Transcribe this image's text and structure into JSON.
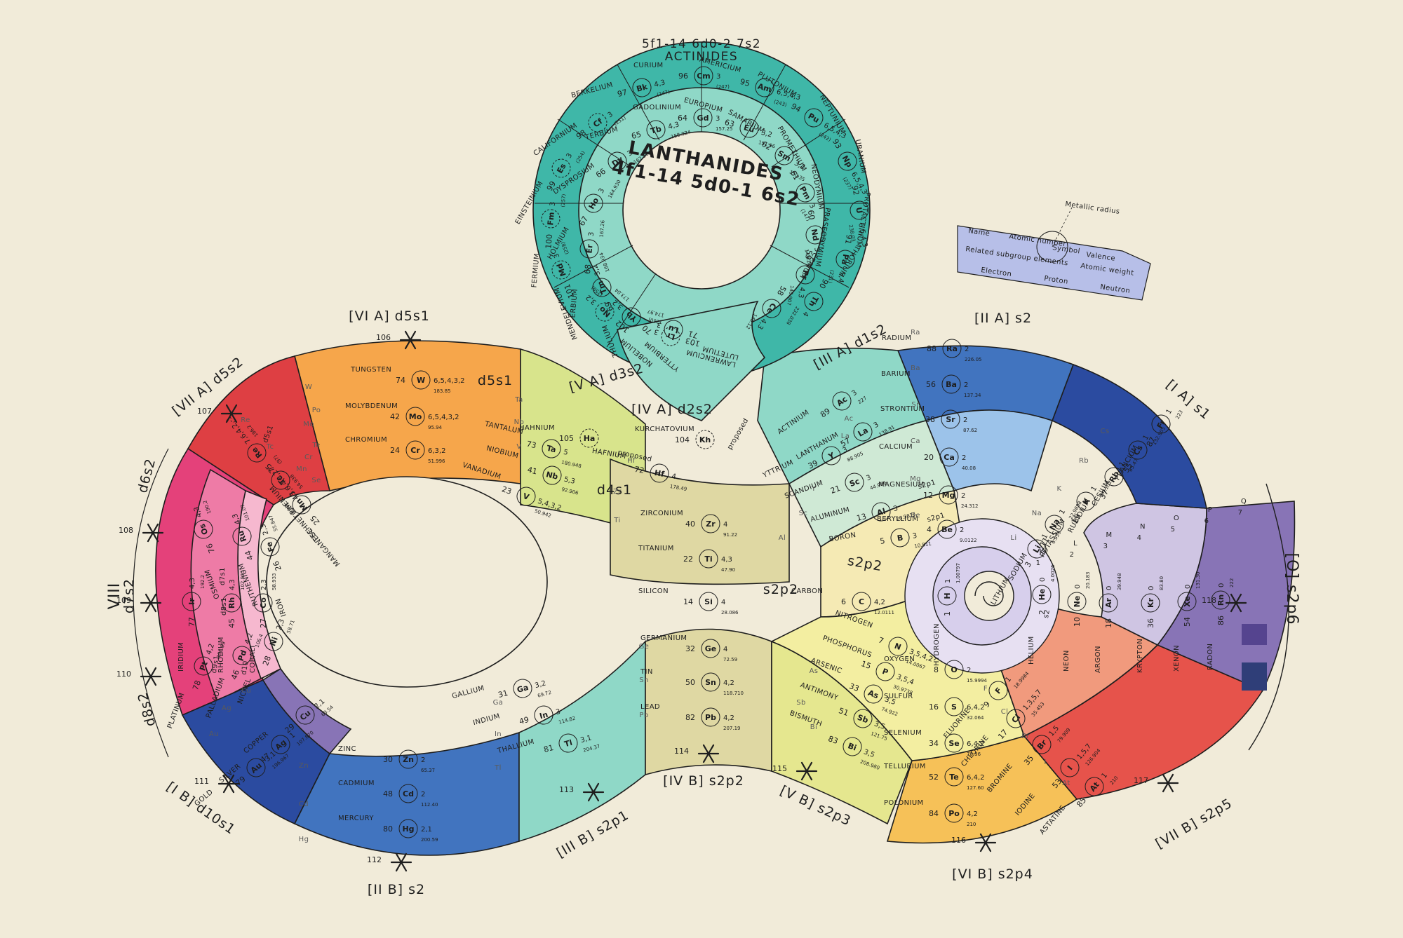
{
  "titles": {
    "actinides_config": "5f1-14 6d0-2 7s2",
    "actinides": "ACTINIDES",
    "lanthanides": "LANTHANIDES",
    "lanthanides_config": "4f1-14 5d0-1 6s2"
  },
  "legend": {
    "name": "Name",
    "atomic_number": "Atomic number",
    "symbol": "Symbol",
    "valence": "Valence",
    "related": "Related subgroup elements",
    "atomic_weight": "Atomic weight",
    "metallic_radius": "Metallic radius",
    "electron": "Electron",
    "proton": "Proton",
    "neutron": "Neutron"
  },
  "group_labels": [
    {
      "id": "via",
      "text": "[VI A] d5s1"
    },
    {
      "id": "viia",
      "text": "[VII A] d5s2"
    },
    {
      "id": "viii_a",
      "text": "d6s2"
    },
    {
      "id": "viii",
      "text": "VIII"
    },
    {
      "id": "viii_b",
      "text": "d7s2"
    },
    {
      "id": "viii_c",
      "text": "d8s2"
    },
    {
      "id": "ib",
      "text": "[I B] d10s1"
    },
    {
      "id": "iib",
      "text": "[II B] s2"
    },
    {
      "id": "iiib",
      "text": "[III B] s2p1"
    },
    {
      "id": "ivb",
      "text": "[IV B] s2p2"
    },
    {
      "id": "vb",
      "text": "[V B] s2p3"
    },
    {
      "id": "vib",
      "text": "[VI B] s2p4"
    },
    {
      "id": "viib",
      "text": "[VII B] s2p5"
    },
    {
      "id": "o",
      "text": "[O] s2p6"
    },
    {
      "id": "iia",
      "text": "[II A] s2"
    },
    {
      "id": "ia",
      "text": "[I A] s1"
    },
    {
      "id": "iiia",
      "text": "[III A] d1s2"
    },
    {
      "id": "va",
      "text": "[V A] d3s2"
    },
    {
      "id": "iva",
      "text": "[IV A] d2s2"
    },
    {
      "id": "silicon_cfg",
      "text": "s2p2"
    },
    {
      "id": "carbon_cfg",
      "text": "s2p2"
    },
    {
      "id": "al_cfg",
      "text": "s2p1"
    },
    {
      "id": "b_cfg",
      "text": "s2p1"
    },
    {
      "id": "mo_cfg",
      "text": "d5s1"
    },
    {
      "id": "nb_cfg",
      "text": "d4s1"
    },
    {
      "id": "tc_cfg",
      "text": "d5s1"
    },
    {
      "id": "ru_cfg",
      "text": "d7s1"
    },
    {
      "id": "rh_cfg",
      "text": "d8s1"
    },
    {
      "id": "pt_cfg",
      "text": "d9s1"
    },
    {
      "id": "pd_cfg",
      "text": "d10"
    },
    {
      "id": "he_cfg",
      "text": "s2"
    }
  ],
  "proposed": "proposed",
  "elements": [
    {
      "id": "W",
      "number": "74",
      "symbol": "W",
      "name": "TUNGSTEN",
      "valence": "6,5,4,3,2",
      "weight": "183.85"
    },
    {
      "id": "Mo",
      "number": "42",
      "symbol": "Mo",
      "name": "MOLYBDENUM",
      "valence": "6,5,4,3,2",
      "weight": "95.94"
    },
    {
      "id": "Cr",
      "number": "24",
      "symbol": "Cr",
      "name": "CHROMIUM",
      "valence": "6,3,2",
      "weight": "51.996"
    },
    {
      "id": "Ta",
      "number": "73",
      "symbol": "Ta",
      "name": "TANTALUM",
      "valence": "5",
      "weight": "180.948"
    },
    {
      "id": "Nb",
      "number": "41",
      "symbol": "Nb",
      "name": "NIOBIUM",
      "valence": "5,3",
      "weight": "92.906"
    },
    {
      "id": "V",
      "number": "23",
      "symbol": "V",
      "name": "VANADIUM",
      "valence": "5,4,3,2",
      "weight": "50.942"
    },
    {
      "id": "Hf",
      "number": "72",
      "symbol": "Hf",
      "name": "HAFNIUM",
      "valence": "4",
      "weight": "178.49"
    },
    {
      "id": "Zr",
      "number": "40",
      "symbol": "Zr",
      "name": "ZIRCONIUM",
      "valence": "4",
      "weight": "91.22"
    },
    {
      "id": "Ti",
      "number": "22",
      "symbol": "Ti",
      "name": "TITANIUM",
      "valence": "4,3",
      "weight": "47.90"
    },
    {
      "id": "Si",
      "number": "14",
      "symbol": "Si",
      "name": "SILICON",
      "valence": "4",
      "weight": "28.086"
    },
    {
      "id": "C",
      "number": "6",
      "symbol": "C",
      "name": "CARBON",
      "valence": "4,2",
      "weight": "12.0111"
    },
    {
      "id": "Ge",
      "number": "32",
      "symbol": "Ge",
      "name": "GERMANIUM",
      "valence": "4",
      "weight": "72.59"
    },
    {
      "id": "Sn",
      "number": "50",
      "symbol": "Sn",
      "name": "TIN",
      "valence": "4,2",
      "weight": "118.710"
    },
    {
      "id": "Pb",
      "number": "82",
      "symbol": "Pb",
      "name": "LEAD",
      "valence": "4,2",
      "weight": "207.19"
    },
    {
      "id": "Ga",
      "number": "31",
      "symbol": "Ga",
      "name": "GALLIUM",
      "valence": "3,2",
      "weight": "69.72"
    },
    {
      "id": "In",
      "number": "49",
      "symbol": "In",
      "name": "INDIUM",
      "valence": "3",
      "weight": "114.82"
    },
    {
      "id": "Tl",
      "number": "81",
      "symbol": "Tl",
      "name": "THALLIUM",
      "valence": "3,1",
      "weight": "204.37"
    },
    {
      "id": "Zn",
      "number": "30",
      "symbol": "Zn",
      "name": "ZINC",
      "valence": "2",
      "weight": "65.37"
    },
    {
      "id": "Cd",
      "number": "48",
      "symbol": "Cd",
      "name": "CADMIUM",
      "valence": "2",
      "weight": "112.40"
    },
    {
      "id": "Hg",
      "number": "80",
      "symbol": "Hg",
      "name": "MERCURY",
      "valence": "2,1",
      "weight": "200.59"
    },
    {
      "id": "Cu",
      "number": "29",
      "symbol": "Cu",
      "name": "COPPER",
      "valence": "2,1",
      "weight": "63.54"
    },
    {
      "id": "Ag",
      "number": "47",
      "symbol": "Ag",
      "name": "SILVER",
      "valence": "1",
      "weight": "107.870"
    },
    {
      "id": "Au",
      "number": "79",
      "symbol": "Au",
      "name": "GOLD",
      "valence": "3,1",
      "weight": "196.967"
    },
    {
      "id": "Ni",
      "number": "28",
      "symbol": "Ni",
      "name": "NICKEL",
      "valence": "2,3",
      "weight": "58.71"
    },
    {
      "id": "Pd",
      "number": "46",
      "symbol": "Pd",
      "name": "PALLADIUM",
      "valence": "4,2",
      "weight": "106.4"
    },
    {
      "id": "Pt",
      "number": "78",
      "symbol": "Pt",
      "name": "PLATINUM",
      "valence": "4,2",
      "weight": "195.09"
    },
    {
      "id": "Co",
      "number": "27",
      "symbol": "Co",
      "name": "COBALT",
      "valence": "2,3",
      "weight": "58.933"
    },
    {
      "id": "Rh",
      "number": "45",
      "symbol": "Rh",
      "name": "RHODIUM",
      "valence": "4,3",
      "weight": "102.905"
    },
    {
      "id": "Ir",
      "number": "77",
      "symbol": "Ir",
      "name": "IRIDIUM",
      "valence": "4,3",
      "weight": "192.2"
    },
    {
      "id": "Fe",
      "number": "26",
      "symbol": "Fe",
      "name": "IRON",
      "valence": "2,3",
      "weight": "55.847"
    },
    {
      "id": "Ru",
      "number": "44",
      "symbol": "Ru",
      "name": "RUTHENIUM",
      "valence": "4,3",
      "weight": "101.07"
    },
    {
      "id": "Os",
      "number": "76",
      "symbol": "Os",
      "name": "OSMIUM",
      "valence": "4,3",
      "weight": "190.2"
    },
    {
      "id": "Mn",
      "number": "25",
      "symbol": "Mn",
      "name": "MANGANESE",
      "valence": "7,6,4,3,2",
      "weight": "54.938"
    },
    {
      "id": "Tc",
      "number": "43",
      "symbol": "Tc",
      "name": "TECHNETIUM",
      "valence": "7",
      "weight": "(97)"
    },
    {
      "id": "Re",
      "number": "75",
      "symbol": "Re",
      "name": "RHENIUM",
      "valence": "7,6,4,2,-1",
      "weight": "186.2"
    },
    {
      "id": "B",
      "number": "5",
      "symbol": "B",
      "name": "BORON",
      "valence": "3",
      "weight": "10.811"
    },
    {
      "id": "Al",
      "number": "13",
      "symbol": "Al",
      "name": "ALUMINUM",
      "valence": "3",
      "weight": "26.9815"
    },
    {
      "id": "Sc",
      "number": "21",
      "symbol": "Sc",
      "name": "SCANDIUM",
      "valence": "3",
      "weight": "44.956"
    },
    {
      "id": "Y",
      "number": "39",
      "symbol": "Y",
      "name": "YTTRIUM",
      "valence": "3",
      "weight": "88.905"
    },
    {
      "id": "La",
      "number": "57",
      "symbol": "La",
      "name": "LANTHANUM",
      "valence": "3",
      "weight": "138.91"
    },
    {
      "id": "Ac",
      "number": "89",
      "symbol": "Ac",
      "name": "ACTINIUM",
      "valence": "3",
      "weight": "227"
    },
    {
      "id": "Be",
      "number": "4",
      "symbol": "Be",
      "name": "BERYLLIUM",
      "valence": "2",
      "weight": "9.0122"
    },
    {
      "id": "Mg",
      "number": "12",
      "symbol": "Mg",
      "name": "MAGNESIUM",
      "valence": "2",
      "weight": "24.312"
    },
    {
      "id": "Ca",
      "number": "20",
      "symbol": "Ca",
      "name": "CALCIUM",
      "valence": "2",
      "weight": "40.08"
    },
    {
      "id": "Sr",
      "number": "38",
      "symbol": "Sr",
      "name": "STRONTIUM",
      "valence": "2",
      "weight": "87.62"
    },
    {
      "id": "Ba",
      "number": "56",
      "symbol": "Ba",
      "name": "BARIUM",
      "valence": "2",
      "weight": "137.34"
    },
    {
      "id": "Ra",
      "number": "88",
      "symbol": "Ra",
      "name": "RADIUM",
      "valence": "2",
      "weight": "226.05"
    },
    {
      "id": "Li",
      "number": "3",
      "symbol": "Li",
      "name": "LITHIUM",
      "valence": "1",
      "weight": "6.939"
    },
    {
      "id": "Na",
      "number": "11",
      "symbol": "Na",
      "name": "SODIUM",
      "valence": "1",
      "weight": "22.9898"
    },
    {
      "id": "K",
      "number": "19",
      "symbol": "K",
      "name": "POTASSIUM",
      "valence": "1",
      "weight": "39.102"
    },
    {
      "id": "Rb",
      "number": "37",
      "symbol": "Rb",
      "name": "RUBIDIUM",
      "valence": "1",
      "weight": "85.47"
    },
    {
      "id": "Cs",
      "number": "55",
      "symbol": "Cs",
      "name": "CESIUM",
      "valence": "1",
      "weight": "132.905"
    },
    {
      "id": "Fr",
      "number": "87",
      "symbol": "Fr",
      "name": "FRANCIUM",
      "valence": "1",
      "weight": "223"
    },
    {
      "id": "He",
      "number": "2",
      "symbol": "He",
      "name": "HELIUM",
      "valence": "0",
      "weight": "4.0026"
    },
    {
      "id": "Ne",
      "number": "10",
      "symbol": "Ne",
      "name": "NEON",
      "valence": "0",
      "weight": "20.183"
    },
    {
      "id": "Ar",
      "number": "18",
      "symbol": "Ar",
      "name": "ARGON",
      "valence": "0",
      "weight": "39.948"
    },
    {
      "id": "Kr",
      "number": "36",
      "symbol": "Kr",
      "name": "KRYPTON",
      "valence": "0",
      "weight": "83.80"
    },
    {
      "id": "Xe",
      "number": "54",
      "symbol": "Xe",
      "name": "XENON",
      "valence": "0",
      "weight": "131.30"
    },
    {
      "id": "Rn",
      "number": "86",
      "symbol": "Rn",
      "name": "RADON",
      "valence": "0",
      "weight": "222"
    },
    {
      "id": "F",
      "number": "9",
      "symbol": "F",
      "name": "FLUORINE",
      "valence": "1",
      "weight": "18.9984"
    },
    {
      "id": "Cl",
      "number": "17",
      "symbol": "Cl",
      "name": "CHLORINE",
      "valence": "1,3,5,7",
      "weight": "35.453"
    },
    {
      "id": "Br",
      "number": "35",
      "symbol": "Br",
      "name": "BROMINE",
      "valence": "1,5",
      "weight": "79.909"
    },
    {
      "id": "I",
      "number": "53",
      "symbol": "I",
      "name": "IODINE",
      "valence": "1,5,7",
      "weight": "126.904"
    },
    {
      "id": "At",
      "number": "85",
      "symbol": "At",
      "name": "ASTATINE",
      "valence": "1",
      "weight": "210"
    },
    {
      "id": "O",
      "number": "8",
      "symbol": "O",
      "name": "OXYGEN",
      "valence": "2",
      "weight": "15.9994"
    },
    {
      "id": "S",
      "number": "16",
      "symbol": "S",
      "name": "SULFUR",
      "valence": "6,4,2",
      "weight": "32.064"
    },
    {
      "id": "Se",
      "number": "34",
      "symbol": "Se",
      "name": "SELENIUM",
      "valence": "6,4,2",
      "weight": "78.96"
    },
    {
      "id": "Te",
      "number": "52",
      "symbol": "Te",
      "name": "TELLURIUM",
      "valence": "6,4,2",
      "weight": "127.60"
    },
    {
      "id": "Po",
      "number": "84",
      "symbol": "Po",
      "name": "POLONIUM",
      "valence": "4,2",
      "weight": "210"
    },
    {
      "id": "N",
      "number": "7",
      "symbol": "N",
      "name": "NITROGEN",
      "valence": "3,5,4,2",
      "weight": "14.0067"
    },
    {
      "id": "P",
      "number": "15",
      "symbol": "P",
      "name": "PHOSPHORUS",
      "valence": "3,5,4",
      "weight": "30.9738"
    },
    {
      "id": "As",
      "number": "33",
      "symbol": "As",
      "name": "ARSENIC",
      "valence": "3,5",
      "weight": "74.922"
    },
    {
      "id": "Sb",
      "number": "51",
      "symbol": "Sb",
      "name": "ANTIMONY",
      "valence": "3,5",
      "weight": "121.75"
    },
    {
      "id": "Bi",
      "number": "83",
      "symbol": "Bi",
      "name": "BISMUTH",
      "valence": "3,5",
      "weight": "208.980"
    },
    {
      "id": "H",
      "number": "1",
      "symbol": "H",
      "name": "HYDROGEN",
      "valence": "1",
      "weight": "1.00797"
    },
    {
      "id": "Cm",
      "number": "96",
      "symbol": "Cm",
      "name": "CURIUM",
      "valence": "3",
      "weight": "(247)"
    },
    {
      "id": "Am",
      "number": "95",
      "symbol": "Am",
      "name": "AMERICIUM",
      "valence": "6,5,4,3",
      "weight": "(243)"
    },
    {
      "id": "Pu",
      "number": "94",
      "symbol": "Pu",
      "name": "PLUTONIUM",
      "valence": "6,5,4,3",
      "weight": "(242)"
    },
    {
      "id": "Np",
      "number": "93",
      "symbol": "Np",
      "name": "NEPTUNIUM",
      "valence": "6,5,4,3",
      "weight": "(237)"
    },
    {
      "id": "U",
      "number": "92",
      "symbol": "U",
      "name": "URANIUM",
      "valence": "6,5,4,3",
      "weight": "238.03"
    },
    {
      "id": "Pa",
      "number": "91",
      "symbol": "Pa",
      "name": "PROTACTINIUM",
      "valence": "5,4",
      "weight": "(231)"
    },
    {
      "id": "Th",
      "number": "90",
      "symbol": "Th",
      "name": "THORIUM",
      "valence": "4",
      "weight": "232.038"
    },
    {
      "id": "Bk",
      "number": "97",
      "symbol": "Bk",
      "name": "BERKELIUM",
      "valence": "4,3",
      "weight": "(247)"
    },
    {
      "id": "Cf",
      "number": "98",
      "symbol": "Cf",
      "name": "CALIFORNIUM",
      "valence": "3",
      "weight": "(251)"
    },
    {
      "id": "Es",
      "number": "99",
      "symbol": "Es",
      "name": "EINSTEINIUM",
      "valence": "3",
      "weight": "(254)"
    },
    {
      "id": "Fm",
      "number": "100",
      "symbol": "Fm",
      "name": "FERMIUM",
      "valence": "3",
      "weight": "(257)"
    },
    {
      "id": "Md",
      "number": "101",
      "symbol": "Md",
      "name": "MENDELEVIUM",
      "valence": "3",
      "weight": "(258)"
    },
    {
      "id": "No",
      "number": "102",
      "symbol": "No",
      "name": "NOBELIUM",
      "valence": "3,2",
      "weight": "(259)"
    },
    {
      "id": "Lr",
      "number": "103",
      "symbol": "Lr",
      "name": "LAWRENCIUM",
      "valence": "3",
      "weight": "(260)"
    },
    {
      "id": "Gd",
      "number": "64",
      "symbol": "Gd",
      "name": "GADOLINIUM",
      "valence": "3",
      "weight": "157.25"
    },
    {
      "id": "Eu",
      "number": "63",
      "symbol": "Eu",
      "name": "EUROPIUM",
      "valence": "3,2",
      "weight": "151.96"
    },
    {
      "id": "Sm",
      "number": "62",
      "symbol": "Sm",
      "name": "SAMARIUM",
      "valence": "3,2",
      "weight": "150.35"
    },
    {
      "id": "Pm",
      "number": "61",
      "symbol": "Pm",
      "name": "PROMETHIUM",
      "valence": "3",
      "weight": "(147)"
    },
    {
      "id": "Nd",
      "number": "60",
      "symbol": "Nd",
      "name": "NEODYMIUM",
      "valence": "3",
      "weight": "144.24"
    },
    {
      "id": "Pr",
      "number": "59",
      "symbol": "Pr",
      "name": "PRASEODYMIUM",
      "valence": "4,3",
      "weight": "140.907"
    },
    {
      "id": "Ce",
      "number": "58",
      "symbol": "Ce",
      "name": "CERIUM",
      "valence": "4,3",
      "weight": "140.12"
    },
    {
      "id": "Tb",
      "number": "65",
      "symbol": "Tb",
      "name": "TERBIUM",
      "valence": "4,3",
      "weight": "158.924"
    },
    {
      "id": "Dy",
      "number": "66",
      "symbol": "Dy",
      "name": "DYSPROSIUM",
      "valence": "3",
      "weight": "162.50"
    },
    {
      "id": "Ho",
      "number": "67",
      "symbol": "Ho",
      "name": "HOLMIUM",
      "valence": "3",
      "weight": "164.930"
    },
    {
      "id": "Er",
      "number": "68",
      "symbol": "Er",
      "name": "ERBIUM",
      "valence": "3",
      "weight": "167.26"
    },
    {
      "id": "Tm",
      "number": "69",
      "symbol": "Tm",
      "name": "THULIUM",
      "valence": "3,2",
      "weight": "168.934"
    },
    {
      "id": "Yb",
      "number": "70",
      "symbol": "Yb",
      "name": "YTTERBIUM",
      "valence": "3,2",
      "weight": "173.04"
    },
    {
      "id": "Lu",
      "number": "71",
      "symbol": "Lu",
      "name": "LUTETIUM",
      "valence": "3",
      "weight": "174.97"
    },
    {
      "id": "Ha",
      "number": "105",
      "symbol": "Ha",
      "name": "HAHNIUM",
      "valence": "",
      "weight": ""
    },
    {
      "id": "Kh",
      "number": "104",
      "symbol": "Kh",
      "name": "KURCHATOVIUM",
      "valence": "",
      "weight": ""
    }
  ],
  "placeholders": [
    {
      "id": "p106",
      "number": "106"
    },
    {
      "id": "p107",
      "number": "107"
    },
    {
      "id": "p108",
      "number": "108"
    },
    {
      "id": "p109",
      "number": "109"
    },
    {
      "id": "p110",
      "number": "110"
    },
    {
      "id": "p111",
      "number": "111"
    },
    {
      "id": "p112",
      "number": "112"
    },
    {
      "id": "p113",
      "number": "113"
    },
    {
      "id": "p114",
      "number": "114"
    },
    {
      "id": "p115",
      "number": "115"
    },
    {
      "id": "p116",
      "number": "116"
    },
    {
      "id": "p117",
      "number": "117"
    },
    {
      "id": "p118",
      "number": "118"
    }
  ],
  "side_marks": [
    "Po",
    "Te",
    "Se",
    "Bi",
    "Sb",
    "As",
    "Pb",
    "Sn",
    "Ge",
    "Hg",
    "Cd",
    "Zn",
    "Au",
    "Ag",
    "Cu",
    "Tl",
    "In",
    "Ga",
    "Ra",
    "Ba",
    "Sr",
    "Ca",
    "Mg",
    "Be",
    "Nb",
    "Ta",
    "V",
    "Hf",
    "Zr",
    "Ti",
    "W",
    "Mo",
    "Cr",
    "Cs",
    "Rb",
    "K",
    "Na",
    "Li",
    "Re",
    "Tc",
    "Mn",
    "At",
    "I",
    "Br",
    "Cl",
    "F",
    "Ac",
    "La",
    "Y",
    "Sc",
    "Al"
  ],
  "shell_letters": [
    "K",
    "L",
    "M",
    "N",
    "O",
    "P",
    "Q"
  ],
  "shell_numbers": [
    "1",
    "2",
    "3",
    "4",
    "5",
    "6",
    "7"
  ],
  "colors": {
    "background": "#f1ebd9",
    "red": "#de3f43",
    "orange": "#f6a64b",
    "yellow_green": "#d8e48c",
    "tan": "#dfd8a3",
    "magenta": "#e4417a",
    "pink": "#ee7ba6",
    "light_pink": "#f6b8cf",
    "violet": "#8874b6",
    "blue": "#4174bf",
    "navy": "#2b4ba0",
    "teal": "#3fb7a8",
    "light_teal": "#8fd8c7",
    "mint": "#cfe9d5",
    "cream_yellow": "#f5eab4",
    "lavender": "#cfc5e3",
    "legend_fill": "#b7bfe8"
  }
}
